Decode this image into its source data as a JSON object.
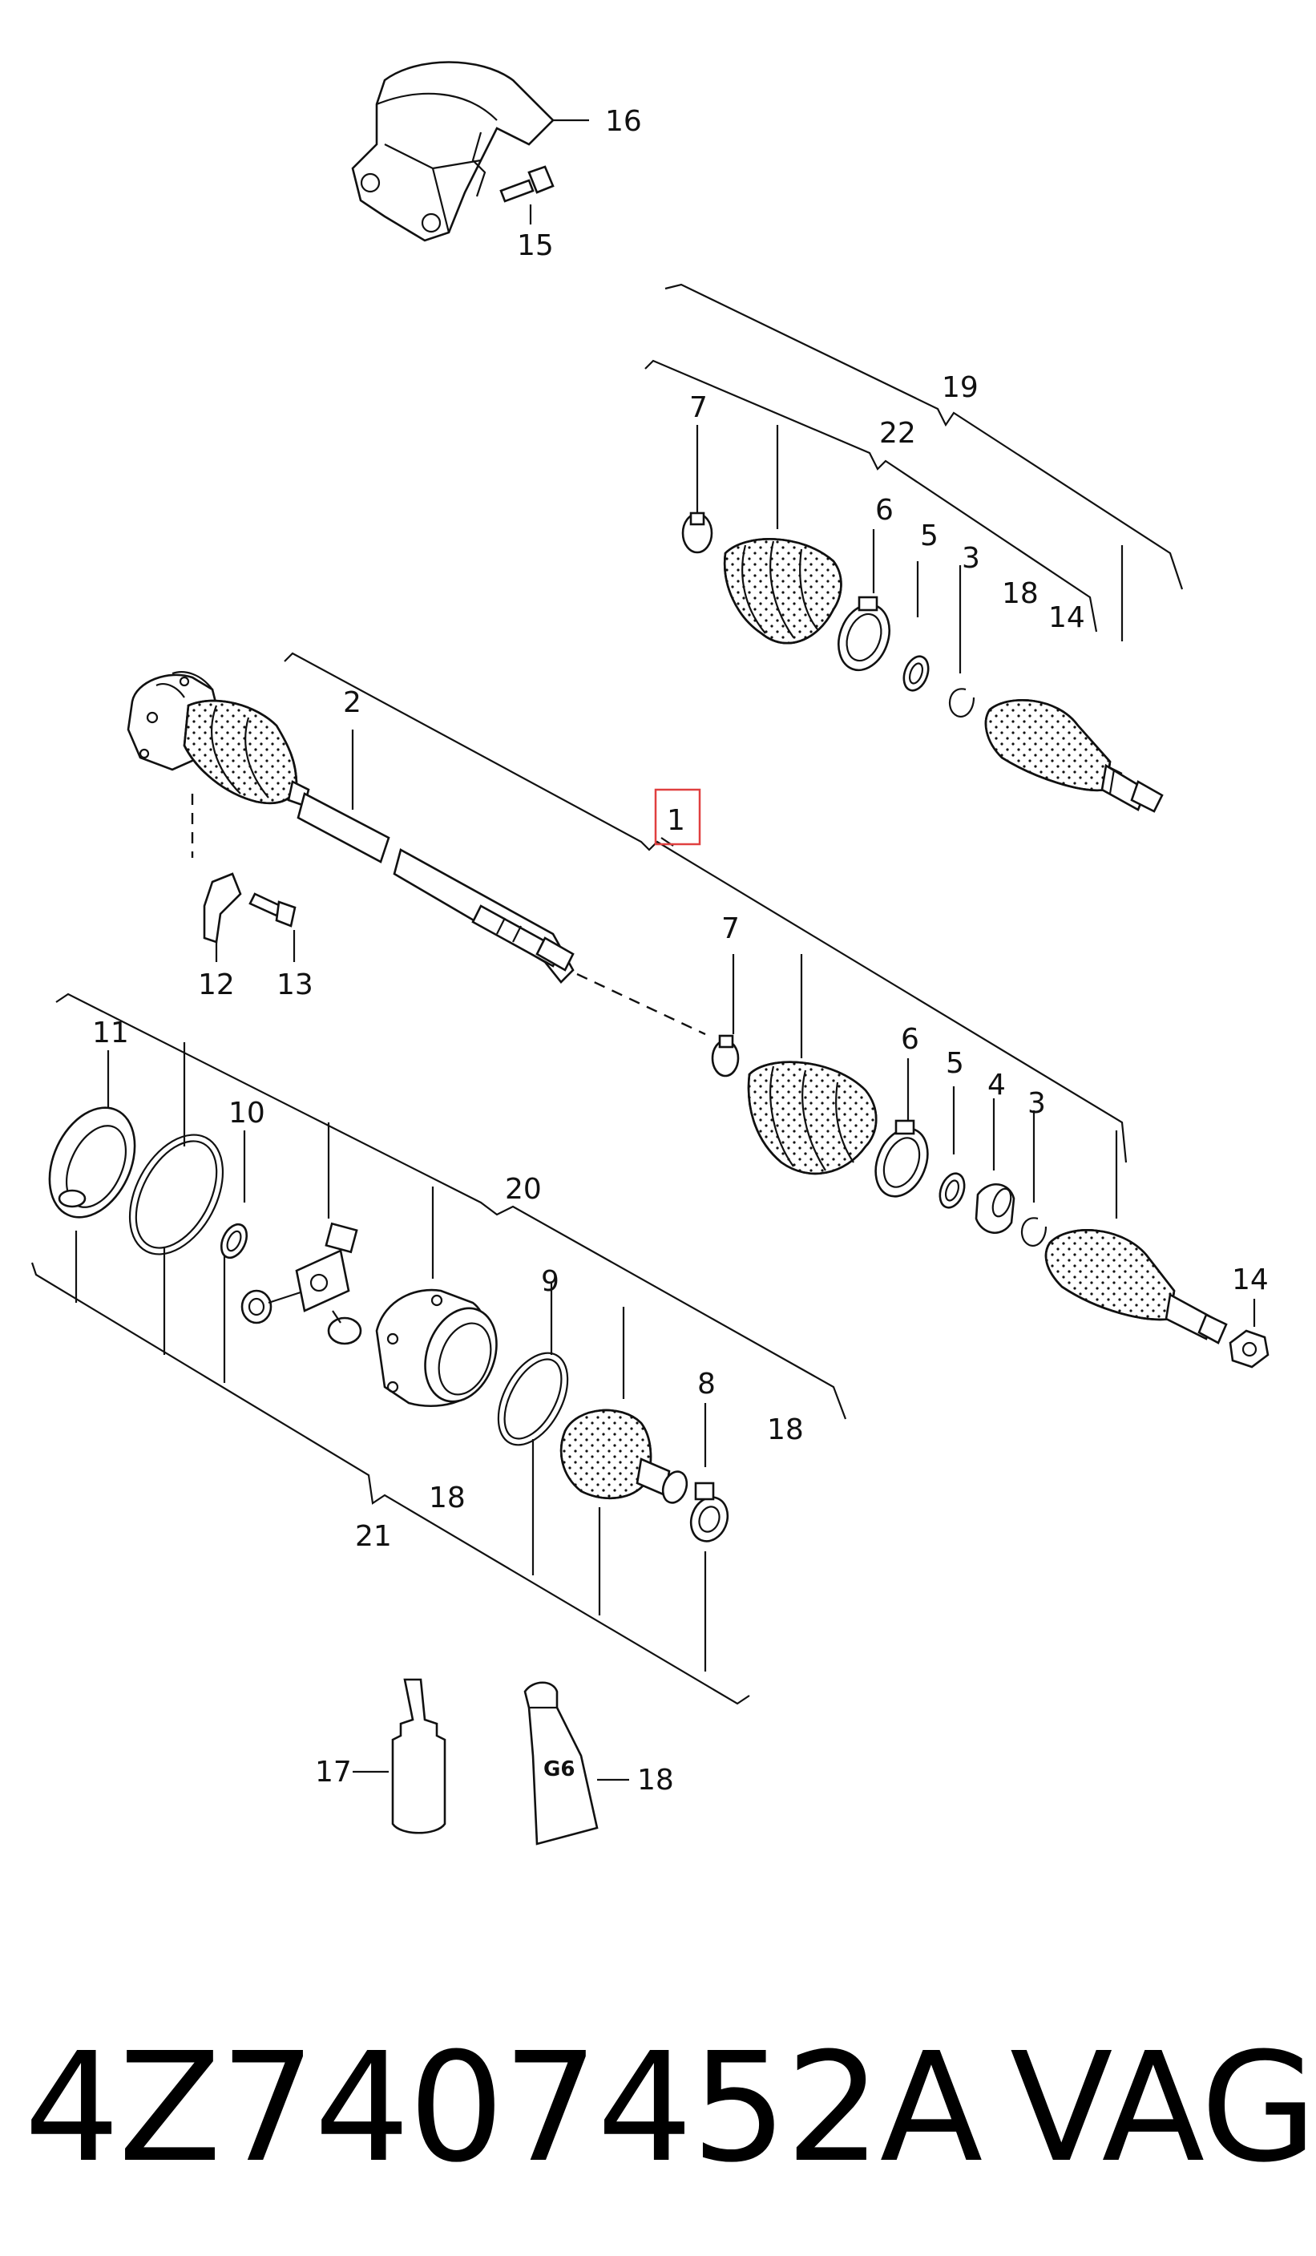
{
  "diagram": {
    "callouts": [
      {
        "id": "c1",
        "label": "1"
      },
      {
        "id": "c2",
        "label": "2"
      },
      {
        "id": "c3a",
        "label": "3"
      },
      {
        "id": "c3b",
        "label": "3"
      },
      {
        "id": "c4",
        "label": "4"
      },
      {
        "id": "c5a",
        "label": "5"
      },
      {
        "id": "c5b",
        "label": "5"
      },
      {
        "id": "c6a",
        "label": "6"
      },
      {
        "id": "c6b",
        "label": "6"
      },
      {
        "id": "c7a",
        "label": "7"
      },
      {
        "id": "c7b",
        "label": "7"
      },
      {
        "id": "c8",
        "label": "8"
      },
      {
        "id": "c9",
        "label": "9"
      },
      {
        "id": "c10",
        "label": "10"
      },
      {
        "id": "c11",
        "label": "11"
      },
      {
        "id": "c12",
        "label": "12"
      },
      {
        "id": "c13",
        "label": "13"
      },
      {
        "id": "c14a",
        "label": "14"
      },
      {
        "id": "c14b",
        "label": "14"
      },
      {
        "id": "c15",
        "label": "15"
      },
      {
        "id": "c16",
        "label": "16"
      },
      {
        "id": "c17",
        "label": "17"
      },
      {
        "id": "c18a",
        "label": "18"
      },
      {
        "id": "c18b",
        "label": "18"
      },
      {
        "id": "c18c",
        "label": "18"
      },
      {
        "id": "c18d",
        "label": "18"
      },
      {
        "id": "c19",
        "label": "19"
      },
      {
        "id": "c20",
        "label": "20"
      },
      {
        "id": "c21",
        "label": "21"
      },
      {
        "id": "c22",
        "label": "22"
      }
    ],
    "highlight_label": "1",
    "tube_marking": "G6"
  },
  "footer": {
    "part_number": "4Z7407452A",
    "brand": "VAG"
  },
  "colors": {
    "line": "#111111",
    "highlight": "#e04040",
    "background": "#ffffff"
  }
}
